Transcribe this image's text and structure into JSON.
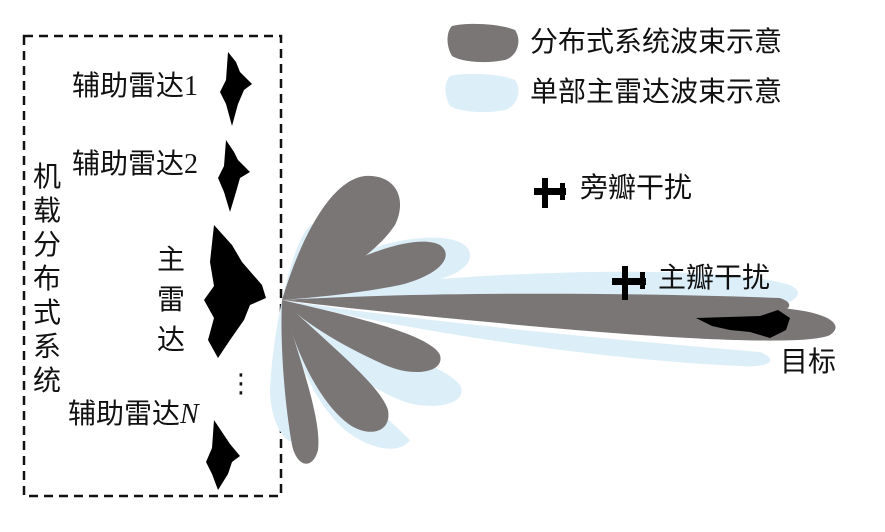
{
  "legend": {
    "distributed_label": "分布式系统波束示意",
    "single_label": "单部主雷达波束示意",
    "distributed_color": "#7b7676",
    "single_color": "#dceef8"
  },
  "group": {
    "vertical_title": "机载分布式系统"
  },
  "radars": {
    "aux1_prefix": "辅助雷达",
    "aux1_num": "1",
    "aux2_prefix": "辅助雷达",
    "aux2_num": "2",
    "main_label": "主雷达",
    "auxN_prefix": "辅助雷达",
    "auxN_num": "N",
    "ellipsis": "⋮"
  },
  "jammers": {
    "side_label": "旁瓣干扰",
    "main_label": "主瓣干扰"
  },
  "target": {
    "label": "目标"
  }
}
